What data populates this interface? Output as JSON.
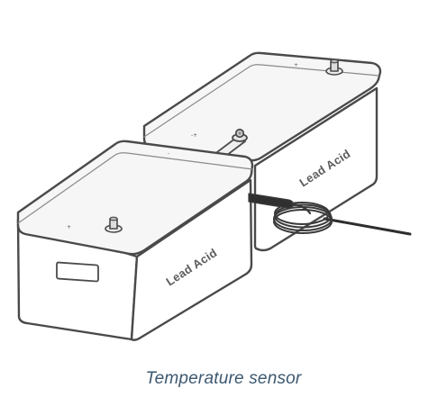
{
  "diagram": {
    "battery_rear": {
      "label": "Lead Acid"
    },
    "battery_front": {
      "label": "Lead Acid"
    },
    "caption": "Temperature sensor"
  },
  "colors": {
    "stroke": "#4a4a4a",
    "body_fill": "#ffffff",
    "lid_fill": "#f4f4f4",
    "shade": "#e6e6e6",
    "caption": "#3c5870"
  }
}
